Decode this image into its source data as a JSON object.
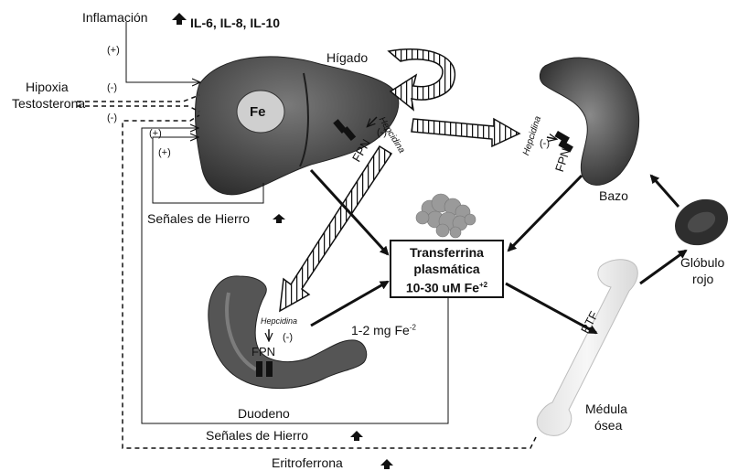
{
  "labels": {
    "inflamacion": "Inflamación",
    "il": "IL-6, IL-8, IL-10",
    "plus1": "(+)",
    "hipoxia": "Hipoxia",
    "minus1": "(-)",
    "testosterona": "Testosterona",
    "minus2": "(-)",
    "plus2": "(+)",
    "plus3": "(+)",
    "fe": "Fe",
    "higado": "Hígado",
    "hepcidina_liver": "Hepcidina",
    "minus_liver": "(-)",
    "fpn_liver": "FPN",
    "hepcidina_spleen": "Hepcidina",
    "minus_spleen": "(-)",
    "fpn_spleen": "FPN",
    "bazo": "Bazo",
    "senales_top": "Señales de Hierro",
    "transferrina_1": "Transferrina",
    "transferrina_2": "plasmática",
    "transferrina_3": "10-30 uM Fe",
    "transferrina_sup": "+2",
    "globulo_1": "Glóbulo",
    "globulo_2": "rojo",
    "hepcidina_duo": "Hepcidina",
    "minus_duo": "(-)",
    "fpn_duo": "FPN",
    "mg": "1-2 mg Fe",
    "mg_sup": "-2",
    "rtf": "RTF",
    "duodeno": "Duodeno",
    "medula_1": "Médula",
    "medula_2": "ósea",
    "senales_bottom": "Señales de Hierro",
    "eritroferrona": "Eritroferrona"
  },
  "colors": {
    "organ_dark": "#3c3c3c",
    "organ_mid": "#6a6a6a",
    "fe_circle": "#cfcfcf",
    "line": "#111111"
  }
}
